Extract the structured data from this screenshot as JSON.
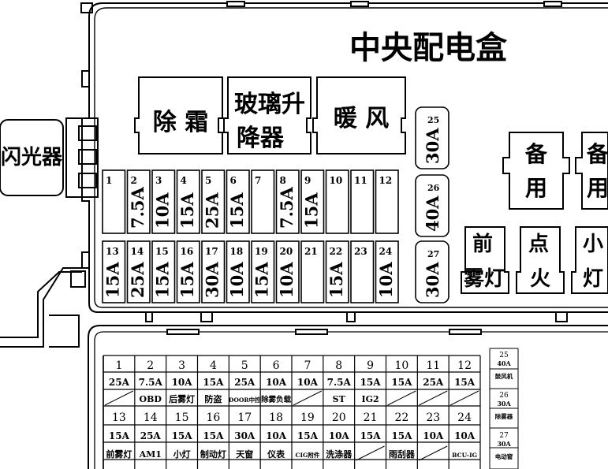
{
  "title": "中央配电盒",
  "flasher_label": "闪光器",
  "relays": {
    "defrost": "除 霜",
    "window_line1": "玻璃升",
    "window_line2": "降器",
    "heater": "暖 风",
    "spare_char1": "备",
    "spare_char2": "用",
    "front_fog": "前\n雾灯",
    "ignition": "点\n火",
    "small_light": "小\n灯"
  },
  "top_row": [
    {
      "num": "1",
      "amp": ""
    },
    {
      "num": "2",
      "amp": "7.5A"
    },
    {
      "num": "3",
      "amp": "10A"
    },
    {
      "num": "4",
      "amp": "15A"
    },
    {
      "num": "5",
      "amp": "25A"
    },
    {
      "num": "6",
      "amp": "15A"
    },
    {
      "num": "7",
      "amp": ""
    },
    {
      "num": "8",
      "amp": "7.5A"
    },
    {
      "num": "9",
      "amp": "15A"
    },
    {
      "num": "10",
      "amp": ""
    },
    {
      "num": "11",
      "amp": ""
    },
    {
      "num": "12",
      "amp": ""
    }
  ],
  "bottom_row": [
    {
      "num": "13",
      "amp": "15A"
    },
    {
      "num": "14",
      "amp": "25A"
    },
    {
      "num": "15",
      "amp": "15A"
    },
    {
      "num": "16",
      "amp": "15A"
    },
    {
      "num": "17",
      "amp": "30A"
    },
    {
      "num": "18",
      "amp": "10A"
    },
    {
      "num": "19",
      "amp": "15A"
    },
    {
      "num": "20",
      "amp": "10A"
    },
    {
      "num": "21",
      "amp": ""
    },
    {
      "num": "22",
      "amp": "15A"
    },
    {
      "num": "23",
      "amp": ""
    },
    {
      "num": "24",
      "amp": "10A"
    }
  ],
  "large_fuses": [
    {
      "num": "25",
      "amp": "30A"
    },
    {
      "num": "26",
      "amp": "40A"
    },
    {
      "num": "27",
      "amp": "30A"
    }
  ],
  "legend_top": {
    "nums": [
      "1",
      "2",
      "3",
      "4",
      "5",
      "6",
      "7",
      "8",
      "9",
      "10",
      "11",
      "12"
    ],
    "amps": [
      "25A",
      "7.5A",
      "10A",
      "15A",
      "25A",
      "10A",
      "10A",
      "7.5A",
      "15A",
      "15A",
      "25A",
      "15A"
    ],
    "uses": [
      "",
      "OBD",
      "后雾灯",
      "防盗",
      "DOOR中控",
      "除雾负载",
      "",
      "ST",
      "IG2",
      "",
      "",
      ""
    ]
  },
  "legend_bottom": {
    "nums": [
      "13",
      "14",
      "15",
      "16",
      "17",
      "18",
      "19",
      "20",
      "21",
      "22",
      "23",
      "24"
    ],
    "amps": [
      "15A",
      "25A",
      "15A",
      "15A",
      "30A",
      "10A",
      "15A",
      "10A",
      "15A",
      "15A",
      "10A",
      "10A"
    ],
    "uses": [
      "前雾灯",
      "AM1",
      "小灯",
      "制动灯",
      "天窗",
      "仪表",
      "CIG附件",
      "洗涤器",
      "",
      "雨刮器",
      "",
      "BCU-IG"
    ]
  },
  "legend_side": [
    {
      "num": "25",
      "amp": "40A",
      "use": "鼓风机"
    },
    {
      "num": "26",
      "amp": "30A",
      "use": "除雾器"
    },
    {
      "num": "27",
      "amp": "30A",
      "use": "电动窗"
    }
  ]
}
